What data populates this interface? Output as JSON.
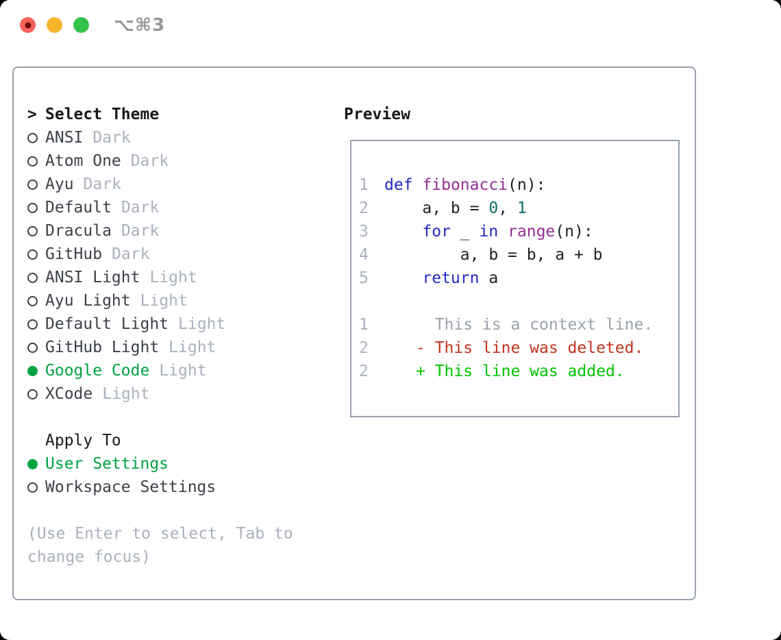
{
  "titlebar": {
    "title": "⌥⌘3",
    "controls": [
      {
        "id": "close",
        "color": "#f4645a",
        "dot": true
      },
      {
        "id": "minimize",
        "color": "#f7b52b",
        "dot": false
      },
      {
        "id": "zoom",
        "color": "#35c149",
        "dot": false
      }
    ]
  },
  "theme_selector": {
    "prompt": ">",
    "header": "Select Theme",
    "themes": [
      {
        "name": "ANSI",
        "variant": "Dark",
        "selected": false
      },
      {
        "name": "Atom One",
        "variant": "Dark",
        "selected": false
      },
      {
        "name": "Ayu",
        "variant": "Dark",
        "selected": false
      },
      {
        "name": "Default",
        "variant": "Dark",
        "selected": false
      },
      {
        "name": "Dracula",
        "variant": "Dark",
        "selected": false
      },
      {
        "name": "GitHub",
        "variant": "Dark",
        "selected": false
      },
      {
        "name": "ANSI Light",
        "variant": "Light",
        "selected": false
      },
      {
        "name": "Ayu Light",
        "variant": "Light",
        "selected": false
      },
      {
        "name": "Default Light",
        "variant": "Light",
        "selected": false
      },
      {
        "name": "GitHub Light",
        "variant": "Light",
        "selected": false
      },
      {
        "name": "Google Code",
        "variant": "Light",
        "selected": true
      },
      {
        "name": "XCode",
        "variant": "Light",
        "selected": false
      }
    ],
    "apply_to": {
      "header": "Apply To",
      "options": [
        {
          "name": "User Settings",
          "selected": true
        },
        {
          "name": "Workspace Settings",
          "selected": false
        }
      ]
    },
    "help": "(Use Enter to select, Tab to change focus)"
  },
  "preview": {
    "title": "Preview",
    "code_lines": [
      {
        "num": "1",
        "tokens": [
          {
            "t": "def",
            "c": "kw"
          },
          {
            "t": " ",
            "c": "pl"
          },
          {
            "t": "fibonacci",
            "c": "fn"
          },
          {
            "t": "(n):",
            "c": "pl"
          }
        ]
      },
      {
        "num": "2",
        "tokens": [
          {
            "t": "    a, b = ",
            "c": "pl"
          },
          {
            "t": "0",
            "c": "num"
          },
          {
            "t": ", ",
            "c": "pl"
          },
          {
            "t": "1",
            "c": "num"
          }
        ]
      },
      {
        "num": "3",
        "tokens": [
          {
            "t": "    ",
            "c": "pl"
          },
          {
            "t": "for",
            "c": "kw"
          },
          {
            "t": " _ ",
            "c": "pl"
          },
          {
            "t": "in",
            "c": "kw"
          },
          {
            "t": " ",
            "c": "pl"
          },
          {
            "t": "range",
            "c": "fn"
          },
          {
            "t": "(n):",
            "c": "pl"
          }
        ]
      },
      {
        "num": "4",
        "tokens": [
          {
            "t": "        a, b = b, a + b",
            "c": "pl"
          }
        ]
      },
      {
        "num": "5",
        "tokens": [
          {
            "t": "    ",
            "c": "pl"
          },
          {
            "t": "return",
            "c": "kw"
          },
          {
            "t": " a",
            "c": "pl"
          }
        ]
      }
    ],
    "diff_lines": [
      {
        "num": "1",
        "marker": "",
        "type": "context",
        "text": "This is a context line."
      },
      {
        "num": "2",
        "marker": "-",
        "type": "deletion",
        "text": "This line was deleted."
      },
      {
        "num": "2",
        "marker": "+",
        "type": "addition",
        "text": "This line was added."
      }
    ]
  },
  "colors": {
    "selected_green": "#00a342",
    "added_green": "#00c300",
    "deleted_red": "#c2331d",
    "keyword_blue": "#2328be",
    "function_purple": "#962d96",
    "number_teal": "#0b6e6e",
    "code_text": "#1c2026",
    "context_gray": "#9aa2ac",
    "muted_gray": "#a9b1bd",
    "border_gray": "#98a1ad",
    "item_text": "#3c4149",
    "header_text": "#17191d",
    "titlebar_gray": "#96969b",
    "close_dot_red": "#6d0b0b"
  }
}
